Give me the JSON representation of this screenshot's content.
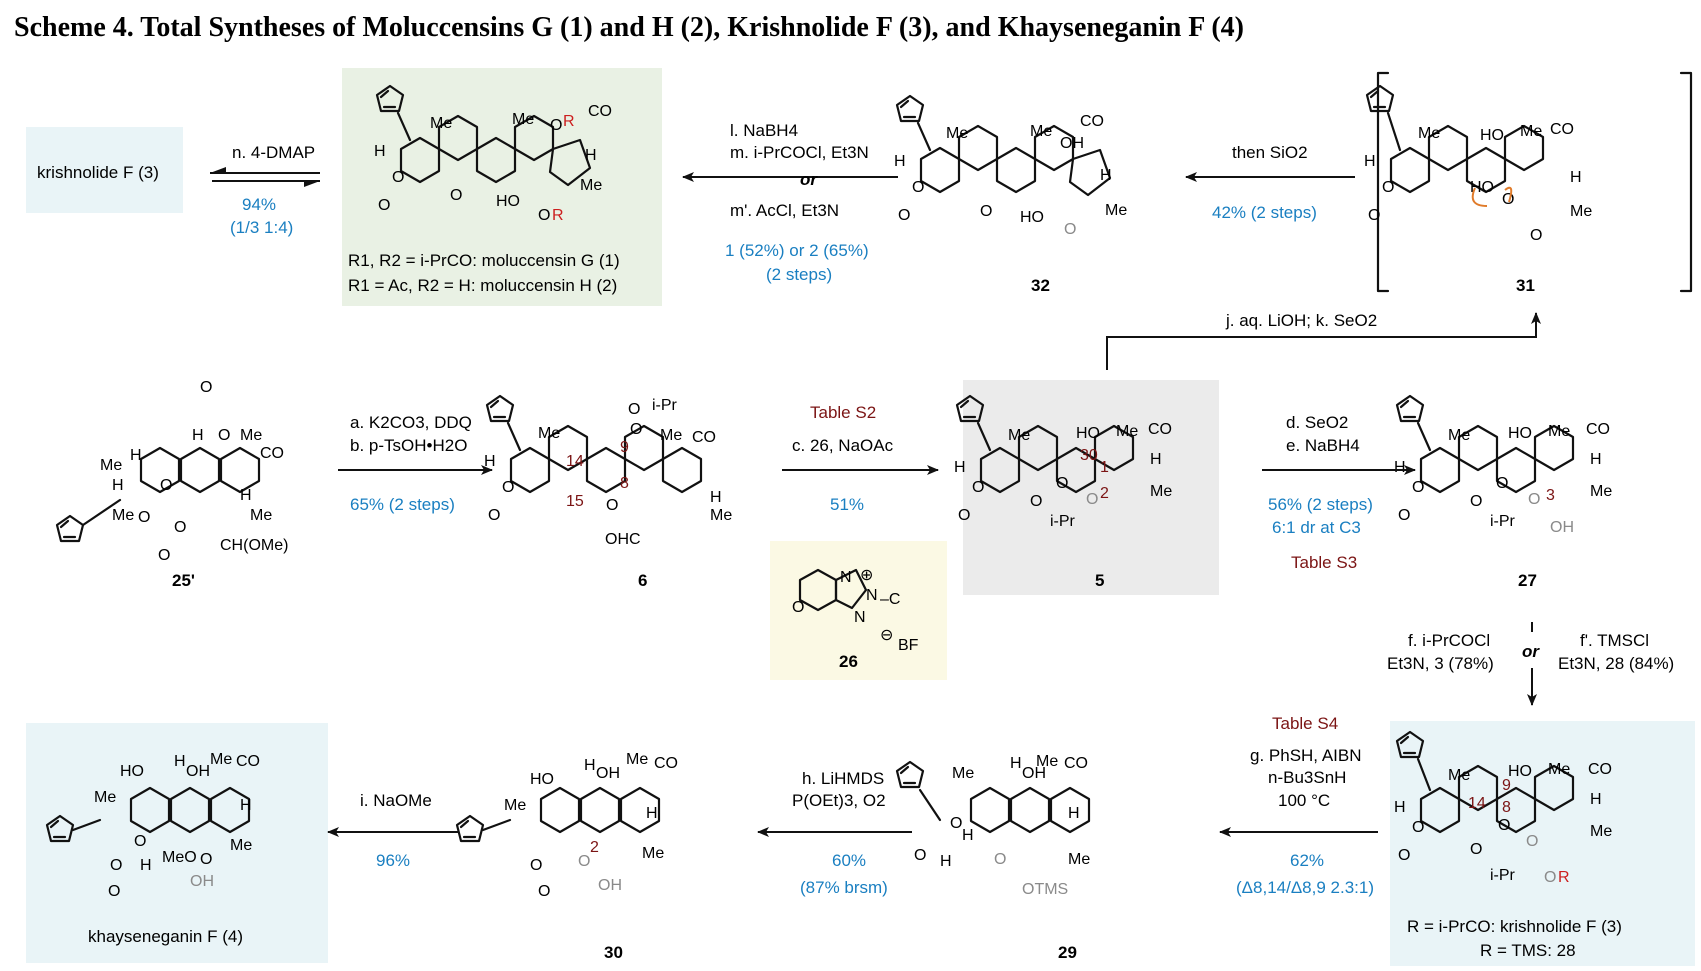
{
  "title": "Scheme 4. Total Syntheses of Moluccensins G (1) and H (2), Krishnolide F (3), and Khayseneganin F (4)",
  "colors": {
    "blue": "#1a7fc1",
    "dark_red": "#7b1414",
    "red": "#cc1f1f",
    "green_box": "#e9f1e4",
    "blue_box": "#e9f4f7",
    "gray_box": "#ebebeb",
    "yellow_box": "#fbf9e4"
  },
  "compounds": {
    "c25p": "25'",
    "c6": "6",
    "c5": "5",
    "c27": "27",
    "c32": "32",
    "c31": "31",
    "c30": "30",
    "c29": "29",
    "c28": "28",
    "krishnolide": "krishnolide F (3)",
    "khayseneganin": "khayseneganin F (4)",
    "molG": "R1, R2 = i-PrCO: moluccensin G (1)",
    "molH": "R1 = Ac, R2 = H: moluccensin H (2)",
    "r28a": "R = i-PrCO: krishnolide F (3)",
    "r28b": "R = TMS: 28",
    "c26": "26"
  },
  "steps": {
    "ab_a": "a. K2CO3, DDQ",
    "ab_b": "b. p-TsOH•H2O",
    "ab_yield": "65% (2 steps)",
    "c_table": "Table S2",
    "c_reag": "c. 26, NaOAc",
    "c_yield": "51%",
    "de_d": "d. SeO2",
    "de_e": "e. NaBH4",
    "de_yield": "56% (2 steps)",
    "de_dr": "6:1 dr at C3",
    "de_table": "Table S3",
    "jk": "j. aq. LiOH; k. SeO2",
    "sio2": "then SiO2",
    "sio2_yield": "42% (2 steps)",
    "l": "l. NaBH4",
    "m": "m. i-PrCOCl, Et3N",
    "or": "or",
    "mp": "m'. AcCl, Et3N",
    "lm_yield": "1 (52%) or 2 (65%)",
    "lm_yield2": "(2 steps)",
    "n": "n. 4-DMAP",
    "n_yield": "94%",
    "n_ratio": "(1/3 1:4)",
    "f": "f. i-PrCOCl",
    "f2": "Et3N, 3 (78%)",
    "fp": "f'. TMSCl",
    "fp2": "Et3N, 28 (84%)",
    "g_table": "Table S4",
    "g1": "g. PhSH, AIBN",
    "g2": "n-Bu3SnH",
    "g3": "100 °C",
    "g_yield": "62%",
    "g_ratio": "(Δ8,14/Δ8,9 2.3:1)",
    "h1": "h. LiHMDS",
    "h2": "P(OEt)3, O2",
    "h_yield": "60%",
    "h_yield2": "(87% brsm)",
    "i": "i. NaOMe",
    "i_yield": "96%"
  }
}
